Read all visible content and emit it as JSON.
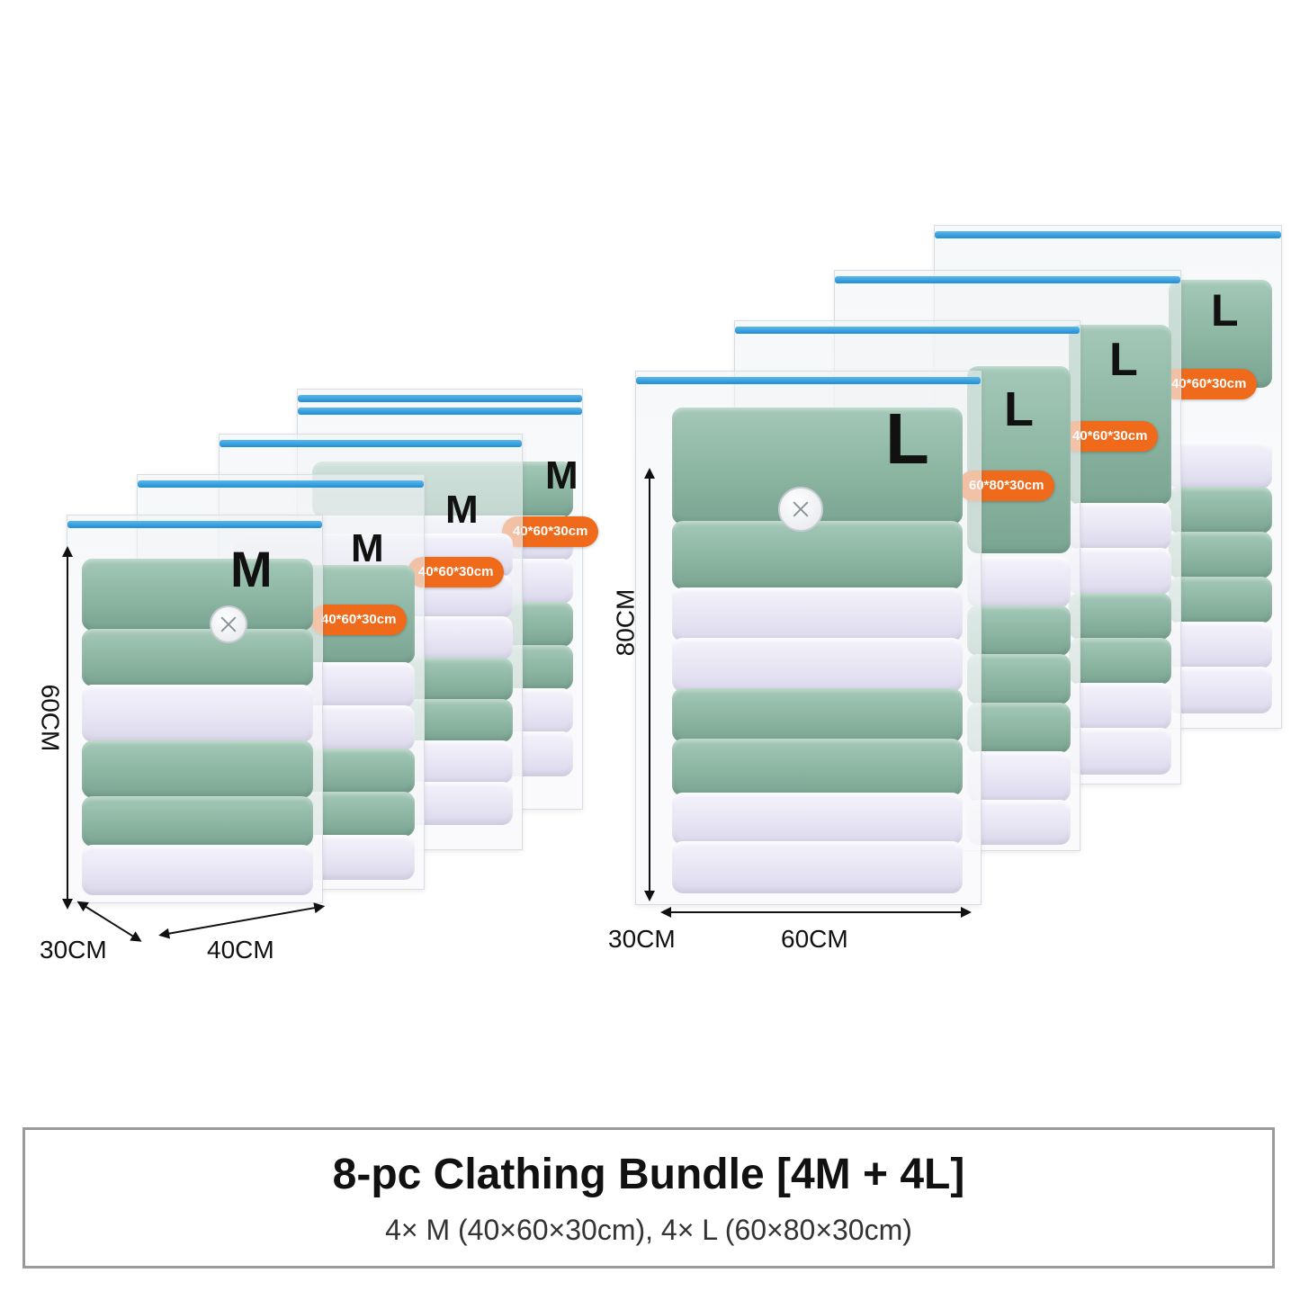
{
  "product": {
    "title": "8-pc Clathing Bundle [4M + 4L]",
    "subtitle": "4× M (40×60×30cm), 4× L (60×80×30cm)"
  },
  "medium_group": {
    "size_letter": "M",
    "tags": [
      "40*60*30cm",
      "40*60*30cm",
      "40*60*30cm"
    ],
    "height_label": "60CM",
    "depth_label": "30CM",
    "width_label": "40CM"
  },
  "large_group": {
    "size_letter": "L",
    "tags": [
      "60*80*30cm",
      "40*60*30cm",
      "40*60*30cm"
    ],
    "height_label": "80CM",
    "depth_label": "30CM",
    "width_label": "60CM"
  },
  "colors": {
    "zipper": "#1f8fd4",
    "tag": "#ef6a1b",
    "green_fabric": "#8cb5a2",
    "white_fabric": "#e6e4f3"
  },
  "icons": [
    "valve-icon",
    "zipper-icon"
  ]
}
